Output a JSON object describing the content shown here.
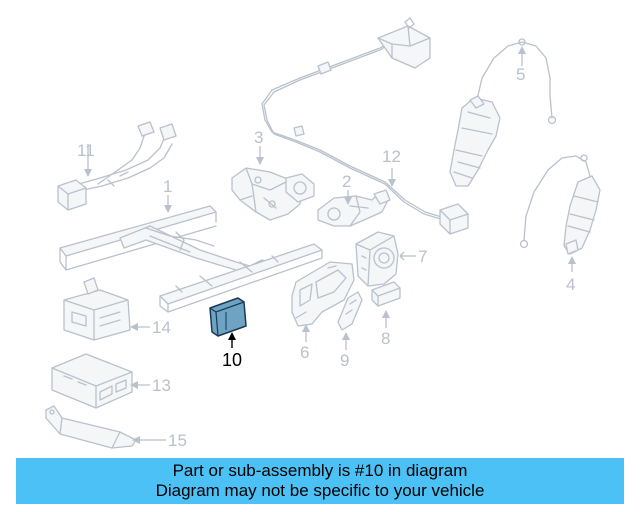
{
  "colors": {
    "line": "#b9c1cc",
    "highlight_fill": "#6ea3c4",
    "highlight_stroke": "#1b3a52",
    "banner_bg": "#4cc1f5",
    "text": "#000000"
  },
  "callouts": {
    "c1": "1",
    "c2": "2",
    "c3": "3",
    "c4": "4",
    "c5": "5",
    "c6": "6",
    "c7": "7",
    "c8": "8",
    "c9": "9",
    "c10": "10",
    "c11": "11",
    "c12": "12",
    "c13": "13",
    "c14": "14",
    "c15": "15"
  },
  "banner": {
    "line1": "Part or sub-assembly is #10 in diagram",
    "line2": "Diagram may not be specific to your vehicle"
  }
}
